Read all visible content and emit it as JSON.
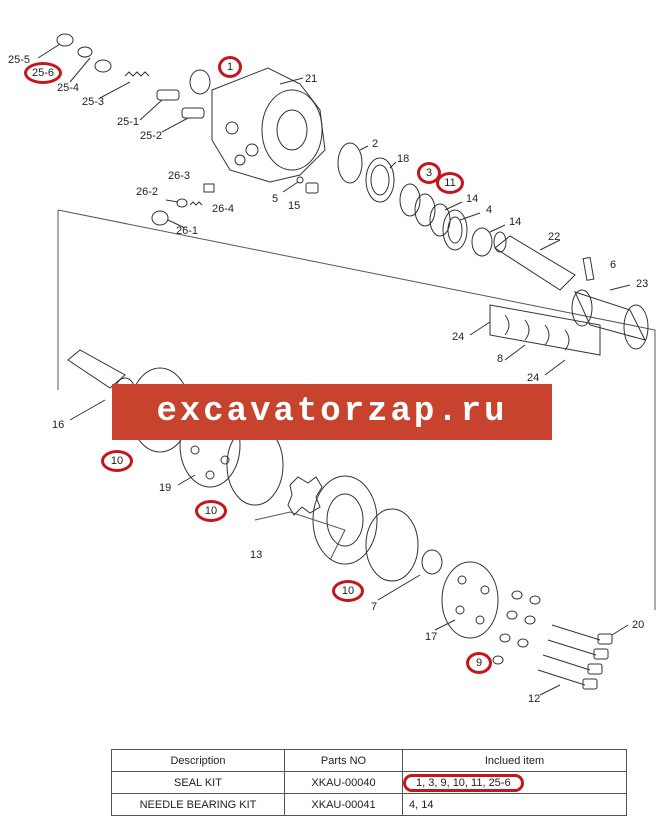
{
  "labels": [
    {
      "id": "l-25-5",
      "text": "25-5"
    },
    {
      "id": "l-25-4",
      "text": "25-4"
    },
    {
      "id": "l-25-3",
      "text": "25-3"
    },
    {
      "id": "l-25-1",
      "text": "25-1"
    },
    {
      "id": "l-25-2",
      "text": "25-2"
    },
    {
      "id": "l-21",
      "text": "21"
    },
    {
      "id": "l-2",
      "text": "2"
    },
    {
      "id": "l-18",
      "text": "18"
    },
    {
      "id": "l-26-3",
      "text": "26-3"
    },
    {
      "id": "l-26-2",
      "text": "26-2"
    },
    {
      "id": "l-26-4",
      "text": "26-4"
    },
    {
      "id": "l-26-1",
      "text": "26-1"
    },
    {
      "id": "l-5",
      "text": "5"
    },
    {
      "id": "l-15",
      "text": "15"
    },
    {
      "id": "l-14a",
      "text": "14"
    },
    {
      "id": "l-4",
      "text": "4"
    },
    {
      "id": "l-14b",
      "text": "14"
    },
    {
      "id": "l-22",
      "text": "22"
    },
    {
      "id": "l-6",
      "text": "6"
    },
    {
      "id": "l-23",
      "text": "23"
    },
    {
      "id": "l-24a",
      "text": "24"
    },
    {
      "id": "l-8",
      "text": "8"
    },
    {
      "id": "l-24b",
      "text": "24"
    },
    {
      "id": "l-16",
      "text": "16"
    },
    {
      "id": "l-19",
      "text": "19"
    },
    {
      "id": "l-13",
      "text": "13"
    },
    {
      "id": "l-7",
      "text": "7"
    },
    {
      "id": "l-17",
      "text": "17"
    },
    {
      "id": "l-20",
      "text": "20"
    },
    {
      "id": "l-12",
      "text": "12"
    }
  ],
  "callouts": [
    {
      "id": "c-25-6",
      "text": "25-6"
    },
    {
      "id": "c-1",
      "text": "1"
    },
    {
      "id": "c-3",
      "text": "3"
    },
    {
      "id": "c-11",
      "text": "11"
    },
    {
      "id": "c-10a",
      "text": "10"
    },
    {
      "id": "c-10b",
      "text": "10"
    },
    {
      "id": "c-10c",
      "text": "10"
    },
    {
      "id": "c-9",
      "text": "9"
    }
  ],
  "watermark": "excavatorzap.ru",
  "table": {
    "headers": [
      "Description",
      "Parts NO",
      "Inclued item"
    ],
    "rows": [
      {
        "description": "SEAL KIT",
        "parts_no": "XKAU-00040",
        "items": "1, 3, 9, 10, 11, 25-6"
      },
      {
        "description": "NEEDLE BEARING KIT",
        "parts_no": "XKAU-00041",
        "items": "4, 14"
      }
    ]
  },
  "colors": {
    "highlight": "#c4161c",
    "watermark_bg": "#c7432e"
  }
}
